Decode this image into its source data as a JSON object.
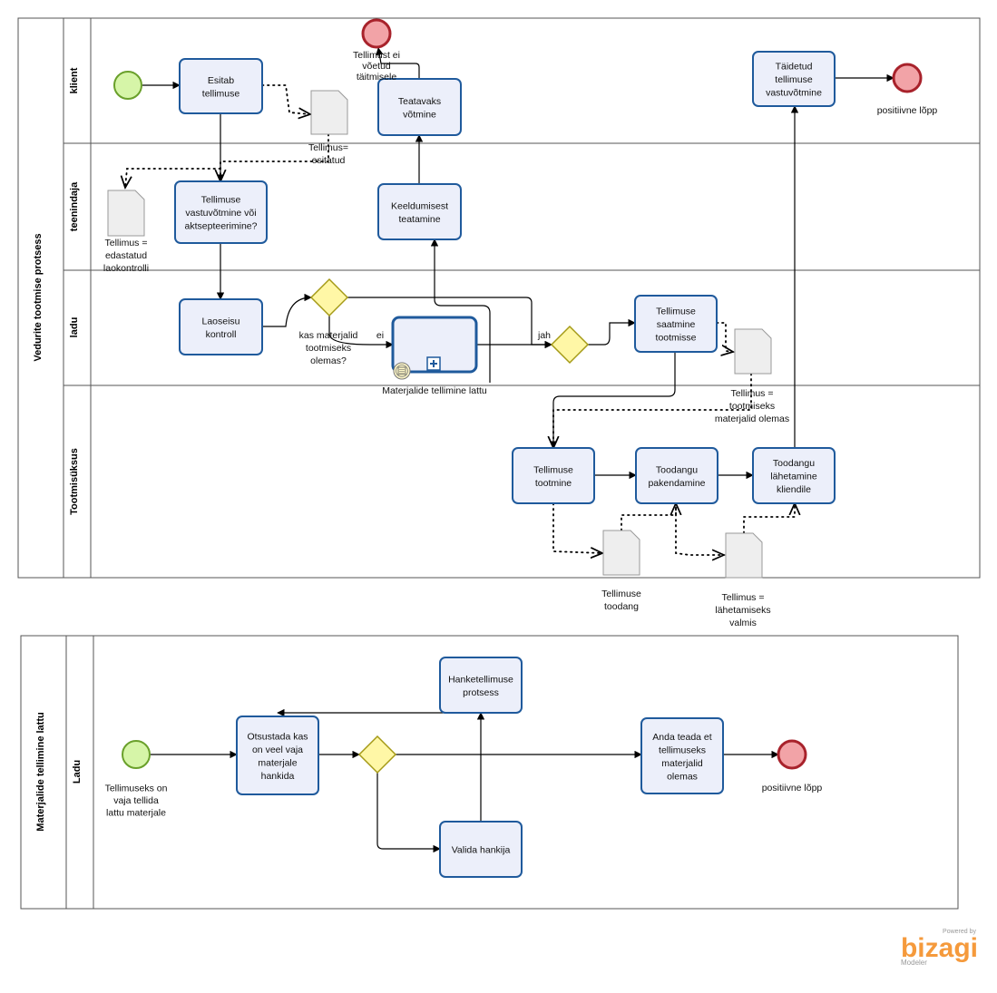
{
  "pool1": {
    "title": "Vedurite tootmise protsess",
    "lanes": [
      "klient",
      "teenindaja",
      "ladu",
      "Tootmisüksus"
    ],
    "tasks": {
      "esitab": [
        "Esitab",
        "tellimuse"
      ],
      "teatavaks": [
        "Teatavaks",
        "võtmine"
      ],
      "taidetud": [
        "Täidetud",
        "tellimuse",
        "vastuvõtmine"
      ],
      "vastuvotmine": [
        "Tellimuse",
        "vastuvõtmine või",
        "aktsepteerimine?"
      ],
      "keeldumisest": [
        "Keeldumisest",
        "teatamine"
      ],
      "laoseisu": [
        "Laoseisu",
        "kontroll"
      ],
      "saatmine": [
        "Tellimuse",
        "saatmine",
        "tootmisse"
      ],
      "tootmine": [
        "Tellimuse",
        "tootmine"
      ],
      "pakendamine": [
        "Toodangu",
        "pakendamine"
      ],
      "lahetamine": [
        "Toodangu",
        "lähetamine",
        "kliendile"
      ]
    },
    "subprocess_label": "Materjalide tellimine lattu",
    "gateway_label": [
      "kas materjalid",
      "tootmiseks",
      "olemas?"
    ],
    "flow_labels": {
      "no": "ei",
      "yes": "jah"
    },
    "end_negative_label": [
      "Tellimust ei",
      "võetud",
      "täitmisele"
    ],
    "end_positive_label": "positiivne lõpp",
    "docs": {
      "esitatud": [
        "Tellimus=",
        "esitatud"
      ],
      "edastatud": [
        "Tellimus =",
        "edastatud",
        "laokontrolli"
      ],
      "olemas": [
        "Tellimus =",
        "tootmiseks",
        "materjalid olemas"
      ],
      "toodang": [
        "Tellimuse",
        "toodang"
      ],
      "valmis": [
        "Tellimus =",
        "lähetamiseks",
        "valmis"
      ]
    }
  },
  "pool2": {
    "title": "Materjalide tellimine lattu",
    "lanes": [
      "Ladu"
    ],
    "tasks": {
      "otsustada": [
        "Otsustada kas",
        "on veel vaja",
        "materjale",
        "hankida"
      ],
      "hanketellimus": [
        "Hanketellimuse",
        "protsess"
      ],
      "valida": [
        "Valida hankija"
      ],
      "anda": [
        "Anda teada et",
        "tellimuseks",
        "materjalid",
        "olemas"
      ]
    },
    "start_label": [
      "Tellimuseks on",
      "vaja tellida",
      "lattu materjale"
    ],
    "end_label": "positiivne lõpp"
  },
  "brand": {
    "powered": "Powered by",
    "name": "bizagi",
    "product": "Modeler"
  },
  "colors": {
    "task_fill": "#eceffa",
    "task_stroke": "#1f5a9c",
    "start_fill": "#d6f5a8",
    "end_fill": "#f2a3a7",
    "gateway_fill": "#fff7a6",
    "brand": "#f59a3c"
  }
}
